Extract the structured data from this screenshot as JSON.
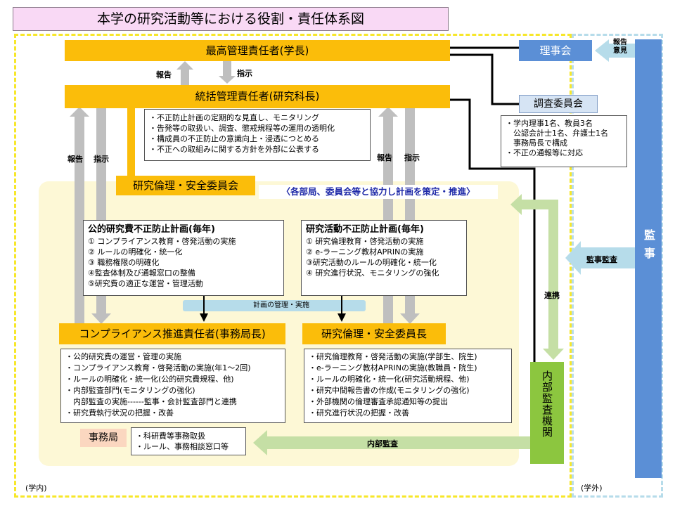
{
  "title": "本学の研究活動等における役割・責任体系図",
  "top_manager": "最高管理責任者(学長)",
  "general_manager": "統括管理責任者(研究科長)",
  "report": "報告",
  "instruct": "指示",
  "general_manager_tasks": [
    "・不正防止計画の定期的な見直し、モニタリング",
    "・告発等の取扱い、調査、懲戒規程等の運用の透明化",
    "・構成員の不正防止の意識向上・浸透につとめる",
    "・不正への取組みに関する方針を外部に公表する"
  ],
  "board": "理事会",
  "report_opinion": [
    "報告",
    "意見"
  ],
  "investigation_committee": "調査委員会",
  "investigation_members": [
    "・学内理事1名、教員3名",
    "　公認会計士1名、弁護士1名",
    "　事務局長で構成",
    "・不正の通報等に対応"
  ],
  "ethics_committee": "研究倫理・安全委員会",
  "cooperation_note": "〈各部局、委員会等と協力し計画を策定・推進〉",
  "plan_funds": {
    "title": "公的研究費不正防止計画(毎年)",
    "items": [
      "① コンプライアンス教育・啓発活動の実施",
      "② ルールの明確化・統一化",
      "③ 職務権限の明確化",
      "④監査体制及び通報窓口の整備",
      "⑤研究費の適正な運営・管理活動"
    ]
  },
  "plan_research": {
    "title": "研究活動不正防止計画(毎年)",
    "items": [
      "① 研究倫理教育・啓発活動の実施",
      "② e-ラーニング教材APRINの実施",
      "③研究活動のルールの明確化・統一化",
      "④ 研究進行状況、モニタリングの強化"
    ]
  },
  "plan_management": "計画の管理・実施",
  "compliance_manager": "コンプライアンス推進責任者(事務局長)",
  "ethics_chair": "研究倫理・安全委員長",
  "compliance_tasks": [
    "・公的研究費の運営・管理の実施",
    "・コンプライアンス教育・啓発活動の実施(年1～2回)",
    "・ルールの明確化・統一化(公的研究費規程、他)",
    "・内部監査部門(モニタリングの強化)",
    "　内部監査の実施------監事・会計監査部門と連携",
    "・研究費執行状況の把握・改善"
  ],
  "ethics_tasks": [
    "・研究倫理教育・啓発活動の実施(学部生、院生)",
    "・e-ラーニング教材APRINの実施(教職員・院生)",
    "・ルールの明確化・統一化(研究活動規程、他)",
    "・研究中間報告書の作成(モニタリングの強化)",
    "・外部機関の倫理審査承認通知等の提出",
    "・研究進行状況の把握・改善"
  ],
  "secretariat": "事務局",
  "secretariat_tasks": [
    "・科研費等事務取扱",
    "・ルール、事務相談窓口等"
  ],
  "internal_audit_org": "内部監査機関",
  "internal_audit": "内部監査",
  "auditor": "監事",
  "auditor_audit": "監事監査",
  "liaison": "連携",
  "inside": "(学内)",
  "outside": "(学外)",
  "colors": {
    "orange": "#fbbd0a",
    "blue": "#5b8fd6",
    "green": "#8cc63f",
    "gray_arrow": "#bfbfbf",
    "light_blue": "#b6dcea",
    "yellow_dash": "#f7e72a"
  }
}
